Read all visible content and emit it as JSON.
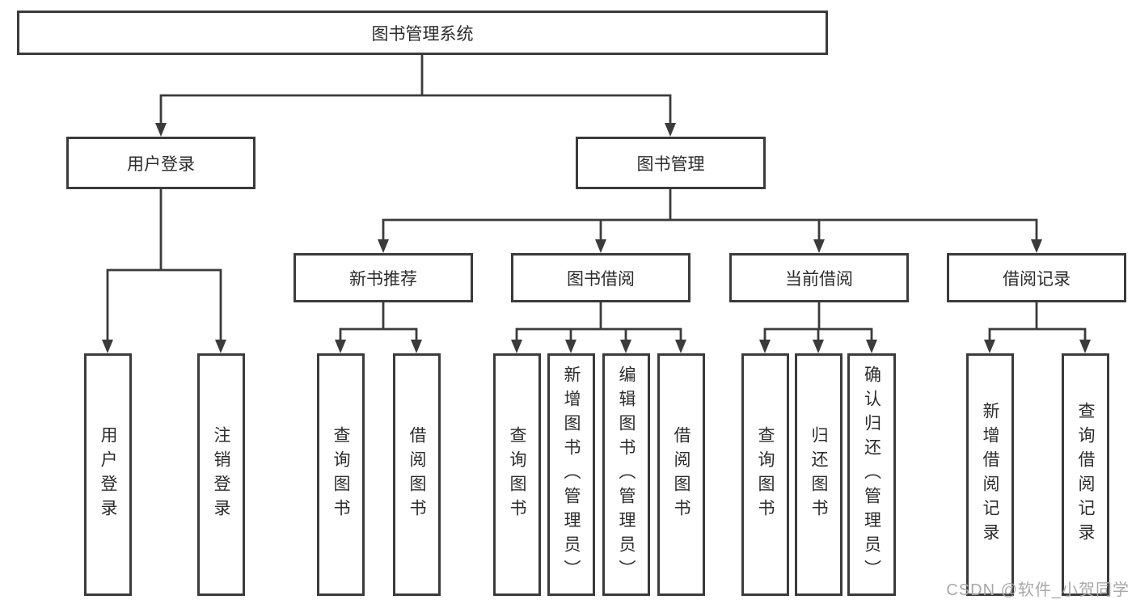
{
  "tree": {
    "label": "图书管理系统",
    "children": [
      {
        "label": "用户登录",
        "children": [
          {
            "label": "用户登录"
          },
          {
            "label": "注销登录"
          }
        ]
      },
      {
        "label": "图书管理",
        "children": [
          {
            "label": "新书推荐",
            "children": [
              {
                "label": "查询图书"
              },
              {
                "label": "借阅图书"
              }
            ]
          },
          {
            "label": "图书借阅",
            "children": [
              {
                "label": "查询图书"
              },
              {
                "label": "新增图书（管理员）"
              },
              {
                "label": "编辑图书（管理员）"
              },
              {
                "label": "借阅图书"
              }
            ]
          },
          {
            "label": "当前借阅",
            "children": [
              {
                "label": "查询图书"
              },
              {
                "label": "归还图书"
              },
              {
                "label": "确认归还（管理员）"
              }
            ]
          },
          {
            "label": "借阅记录",
            "children": [
              {
                "label": "新增借阅记录"
              },
              {
                "label": "查询借阅记录"
              }
            ]
          }
        ]
      }
    ]
  },
  "watermark": {
    "text": "CSDN @软件_小贺同学"
  },
  "colors": {
    "line": "#3b3b3b",
    "text": "#2c2c2c",
    "box_background": "#ffffff",
    "watermark": "#a8a8a8"
  }
}
